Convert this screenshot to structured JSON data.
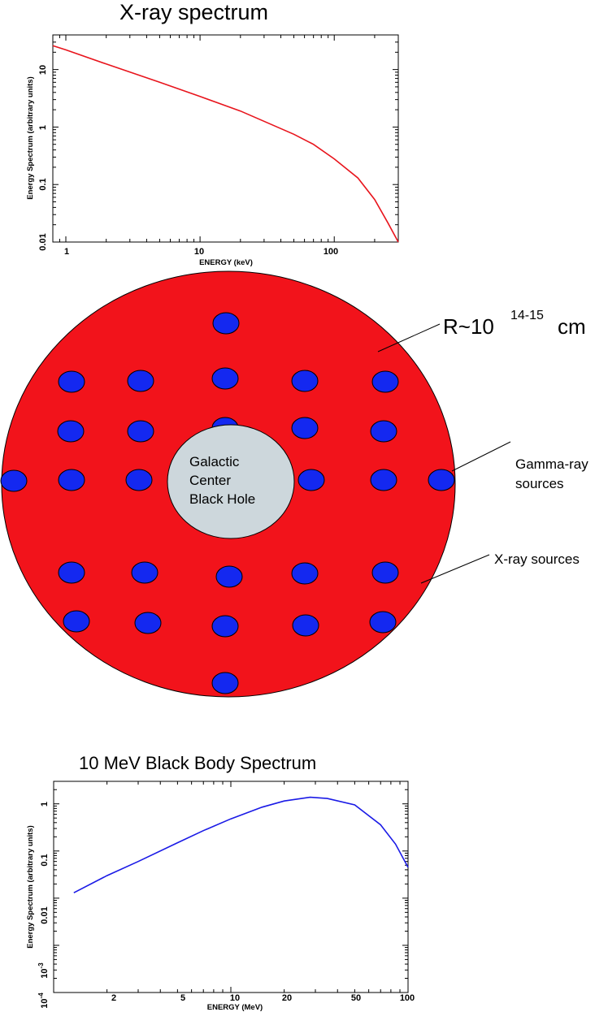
{
  "xray_chart": {
    "title": "X-ray spectrum",
    "xlabel": "ENERGY (keV)",
    "ylabel": "Energy Spectrum (arbitrary units)",
    "x_ticks": [
      "1",
      "10",
      "100"
    ],
    "y_ticks": [
      "0.01",
      "0.1",
      "1",
      "10"
    ],
    "line_color": "#e8141c"
  },
  "diagram": {
    "radius_prefix": "R~10",
    "radius_exponent": "14-15",
    "radius_unit": "cm",
    "center_label": [
      "Galactic",
      "Center",
      "Black Hole"
    ],
    "gamma_label": [
      "Gamma-ray",
      "sources"
    ],
    "xray_label": "X-ray sources",
    "region_color": "#f2131b",
    "source_color": "#1428f0",
    "center_color": "#cdd7dc"
  },
  "bb_chart": {
    "title": "10 MeV Black Body Spectrum",
    "xlabel": "ENERGY (MeV)",
    "ylabel": "Energy Spectrum (arbitrary units)",
    "x_ticks": [
      "2",
      "5",
      "10",
      "20",
      "50",
      "100"
    ],
    "y_ticks": [
      "1",
      "0.1",
      "0.01"
    ],
    "y_ticks_pow": [
      {
        "base": "10",
        "exp": "-3"
      },
      {
        "base": "10",
        "exp": "-4"
      }
    ],
    "line_color": "#1a1ae6"
  },
  "chart_data": [
    {
      "type": "line",
      "title": "X-ray spectrum",
      "xlabel": "ENERGY (keV)",
      "ylabel": "Energy Spectrum (arbitrary units)",
      "xscale": "log",
      "yscale": "log",
      "xlim": [
        0.8,
        300
      ],
      "ylim": [
        0.01,
        40
      ],
      "grid": false,
      "series": [
        {
          "x": [
            0.8,
            1,
            2,
            5,
            10,
            20,
            50,
            70,
            100,
            150,
            200,
            250,
            300
          ],
          "values": [
            26,
            22,
            12.5,
            6,
            3.4,
            1.9,
            0.75,
            0.5,
            0.28,
            0.13,
            0.055,
            0.022,
            0.01
          ]
        }
      ]
    },
    {
      "type": "line",
      "title": "10 MeV Black Body Spectrum",
      "xlabel": "ENERGY (MeV)",
      "ylabel": "Energy Spectrum (arbitrary units)",
      "xscale": "log",
      "yscale": "log",
      "xlim": [
        1,
        100
      ],
      "ylim": [
        0.0001,
        3
      ],
      "grid": false,
      "series": [
        {
          "x": [
            1.3,
            2,
            3,
            5,
            7,
            10,
            15,
            20,
            28,
            35,
            50,
            70,
            85,
            100
          ],
          "values": [
            0.013,
            0.03,
            0.06,
            0.15,
            0.27,
            0.48,
            0.85,
            1.15,
            1.38,
            1.3,
            0.95,
            0.36,
            0.14,
            0.045
          ]
        }
      ]
    }
  ]
}
